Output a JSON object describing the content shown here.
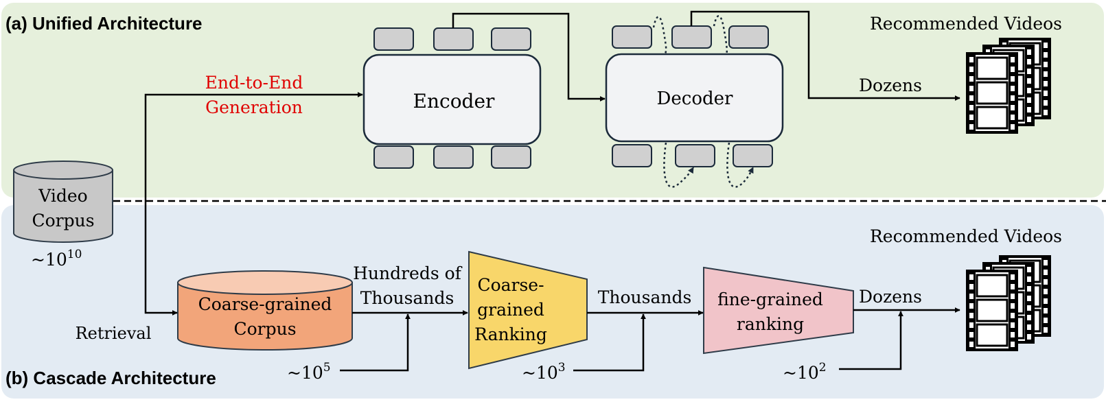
{
  "unified": {
    "title": "(a) Unified Architecture",
    "generation_label_line1": "End-to-End",
    "generation_label_line2": "Generation",
    "encoder_label": "Encoder",
    "decoder_label": "Decoder",
    "output_count_label": "Dozens",
    "output_title": "Recommended Videos",
    "label_color": "#e00000"
  },
  "source": {
    "label_line1": "Video",
    "label_line2": "Corpus",
    "scale_base": "~10",
    "scale_exp": "10"
  },
  "cascade": {
    "title": "(b) Cascade Architecture",
    "retrieval_label": "Retrieval",
    "coarse_corpus_line1": "Coarse-grained",
    "coarse_corpus_line2": "Corpus",
    "flow1_line1": "Hundreds of",
    "flow1_line2": "Thousands",
    "scale1_base": "~10",
    "scale1_exp": "5",
    "coarse_rank_line1": "Coarse-",
    "coarse_rank_line2": "grained",
    "coarse_rank_line3": "Ranking",
    "flow2_label": "Thousands",
    "scale2_base": "~10",
    "scale2_exp": "3",
    "fine_rank_line1": "fine-grained",
    "fine_rank_line2": "ranking",
    "flow3_label": "Dozens",
    "scale3_base": "~10",
    "scale3_exp": "2",
    "output_title": "Recommended Videos"
  },
  "colors": {
    "unified_bg": "#e6f0dc",
    "cascade_bg": "#e3ebf3",
    "token_fill": "#d0d0d0",
    "model_fill": "#f2f3f5",
    "corpus_fill": "#c8c8c8",
    "coarse_corpus_fill": "#f2a57a",
    "coarse_rank_fill": "#f8d66a",
    "fine_rank_fill": "#f1c4c9"
  }
}
